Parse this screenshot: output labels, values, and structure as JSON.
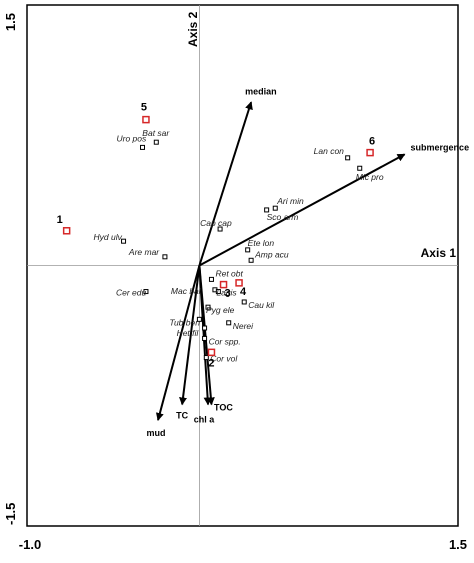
{
  "chart_data": {
    "type": "scatter",
    "axes": {
      "x": {
        "label": "Axis 1",
        "range": [
          -1.0,
          1.5
        ],
        "ticks": [
          "-1.0",
          "1.5"
        ]
      },
      "y": {
        "label": "Axis 2",
        "range": [
          -1.5,
          1.5
        ],
        "ticks": [
          "-1.5",
          "1.5"
        ]
      }
    },
    "grid": false,
    "legend": "none",
    "colors": {
      "site_marker": "#d62728",
      "arrow": "#000000",
      "species_marker": "#000000",
      "frame": "#000000",
      "zero_line": "#999999"
    },
    "environmental_arrows": [
      {
        "label": "median",
        "x": 0.3,
        "y": 0.94
      },
      {
        "label": "submergence",
        "x": 1.19,
        "y": 0.64
      },
      {
        "label": "mud",
        "x": -0.24,
        "y": -0.89
      },
      {
        "label": "TC",
        "x": -0.1,
        "y": -0.8
      },
      {
        "label": "TOC",
        "x": 0.07,
        "y": -0.8
      },
      {
        "label": "chl a",
        "x": 0.05,
        "y": -0.8
      }
    ],
    "sites": [
      {
        "label": "1",
        "x": -0.77,
        "y": 0.2
      },
      {
        "label": "2",
        "x": 0.07,
        "y": -0.5
      },
      {
        "label": "3",
        "x": 0.14,
        "y": -0.11
      },
      {
        "label": "4",
        "x": 0.23,
        "y": -0.1
      },
      {
        "label": "5",
        "x": -0.31,
        "y": 0.84
      },
      {
        "label": "6",
        "x": 0.99,
        "y": 0.65
      }
    ],
    "species": [
      {
        "label": "Bat sar",
        "x": -0.25,
        "y": 0.71
      },
      {
        "label": "Uro pos",
        "x": -0.33,
        "y": 0.68
      },
      {
        "label": "Lan con",
        "x": 0.86,
        "y": 0.62
      },
      {
        "label": "Mic pro",
        "x": 0.93,
        "y": 0.56
      },
      {
        "label": "Ari min",
        "x": 0.44,
        "y": 0.33
      },
      {
        "label": "Sco arm",
        "x": 0.39,
        "y": 0.32
      },
      {
        "label": "Cap cap",
        "x": 0.12,
        "y": 0.21
      },
      {
        "label": "Ete lon",
        "x": 0.28,
        "y": 0.09
      },
      {
        "label": "Amp acu",
        "x": 0.3,
        "y": 0.03
      },
      {
        "label": "Hyd ulv",
        "x": -0.44,
        "y": 0.14
      },
      {
        "label": "Are mar",
        "x": -0.2,
        "y": 0.05
      },
      {
        "label": "Ret obt",
        "x": 0.07,
        "y": -0.08
      },
      {
        "label": "Cer edu",
        "x": -0.31,
        "y": -0.15
      },
      {
        "label": "Mac bal",
        "x": 0.09,
        "y": -0.14
      },
      {
        "label": "Lagis",
        "x": 0.11,
        "y": -0.15
      },
      {
        "label": "Cau kil",
        "x": 0.26,
        "y": -0.21
      },
      {
        "label": "Pyg ele",
        "x": 0.05,
        "y": -0.24
      },
      {
        "label": "Nerei",
        "x": 0.17,
        "y": -0.33
      },
      {
        "label": "Tub ben",
        "x": -0.0,
        "y": -0.31
      },
      {
        "label": "Het fil",
        "x": 0.03,
        "y": -0.36
      },
      {
        "label": "Cor spp.",
        "x": 0.03,
        "y": -0.42
      },
      {
        "label": "Cor vol",
        "x": 0.04,
        "y": -0.53
      }
    ]
  }
}
